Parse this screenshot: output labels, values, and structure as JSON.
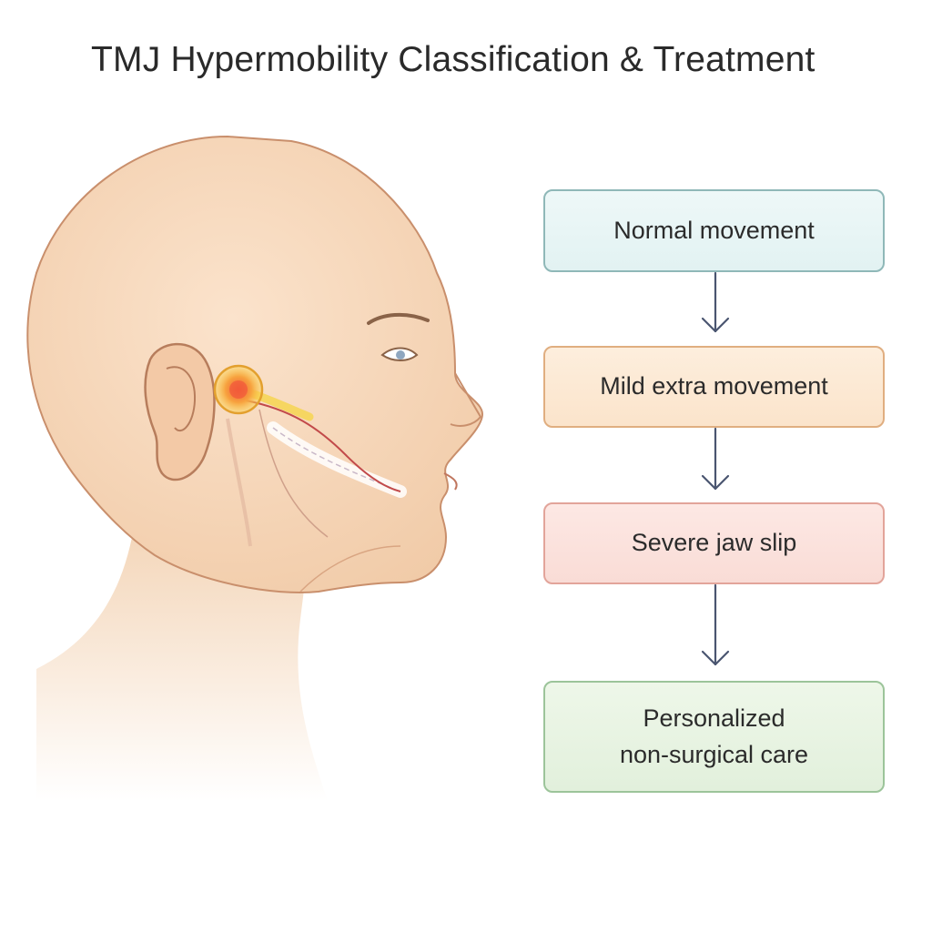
{
  "title": "TMJ Hypermobility Classification & Treatment",
  "flow": {
    "steps": [
      {
        "label": "Normal movement"
      },
      {
        "label": "Mild extra movement"
      },
      {
        "label": "Severe jaw slip"
      },
      {
        "label_lines": [
          "Personalized",
          "non-surgical care"
        ]
      }
    ]
  },
  "colors": {
    "step_1": "#e2f2f2",
    "step_2": "#fbe4cb",
    "step_3": "#f9dcd6",
    "step_4": "#e2f0dc",
    "arrow": "#4a5570",
    "joint_highlight": "#f08a5a"
  },
  "illustration": {
    "subject": "profile-head-icon",
    "highlight": "tmj-joint-icon"
  }
}
